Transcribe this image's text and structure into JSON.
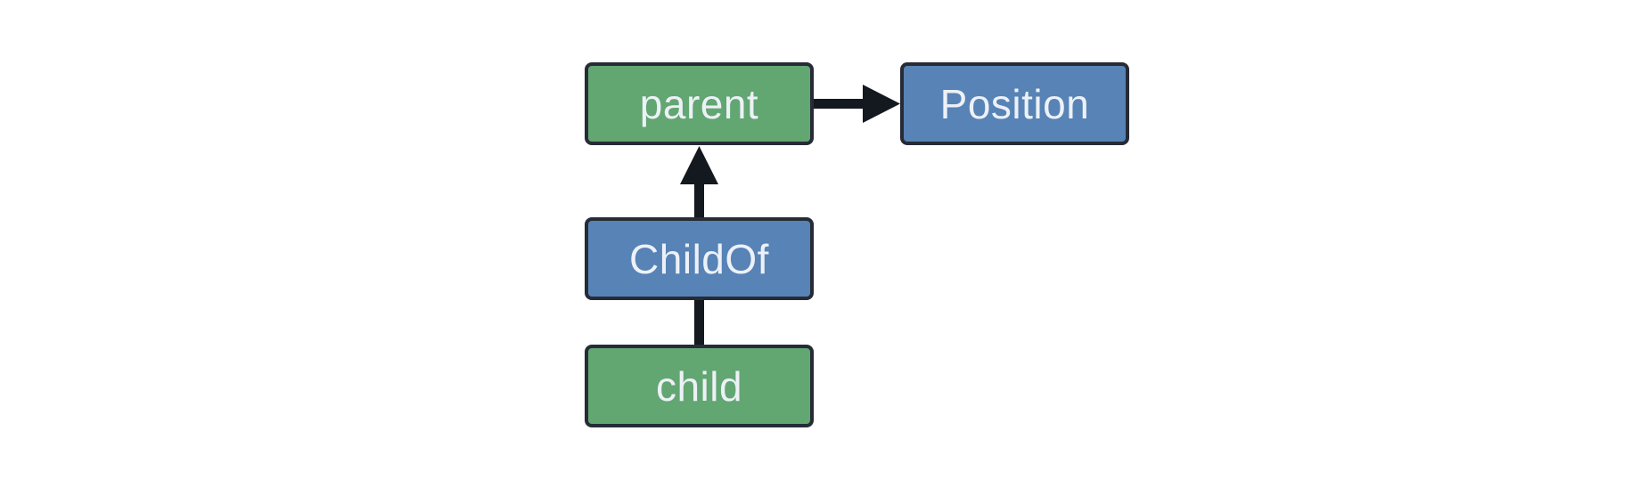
{
  "diagram": {
    "background": "#ffffff",
    "nodes": {
      "parent": {
        "label": "parent",
        "fill": "#62a672"
      },
      "position": {
        "label": "Position",
        "fill": "#5783b6"
      },
      "childof": {
        "label": "ChildOf",
        "fill": "#5783b6"
      },
      "child": {
        "label": "child",
        "fill": "#62a672"
      }
    },
    "edges": [
      {
        "from": "parent",
        "to": "Position",
        "style": "arrow",
        "direction": "right"
      },
      {
        "from": "ChildOf",
        "to": "parent",
        "style": "arrow",
        "direction": "up"
      },
      {
        "from": "child",
        "to": "ChildOf",
        "style": "line",
        "direction": "up"
      }
    ],
    "colors": {
      "entity_fill": "#62a672",
      "component_fill": "#5783b6",
      "node_border": "#262b36",
      "edge": "#14181f",
      "label_text": "#edf1f7"
    }
  }
}
